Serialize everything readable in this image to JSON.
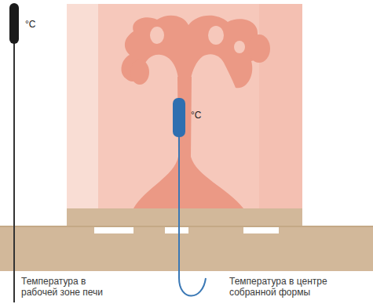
{
  "diagram": {
    "labels": [
      "°C",
      "°C",
      "Температура в рабочей зоне печи",
      "Температура в центре собранной формы"
    ]
  }
}
